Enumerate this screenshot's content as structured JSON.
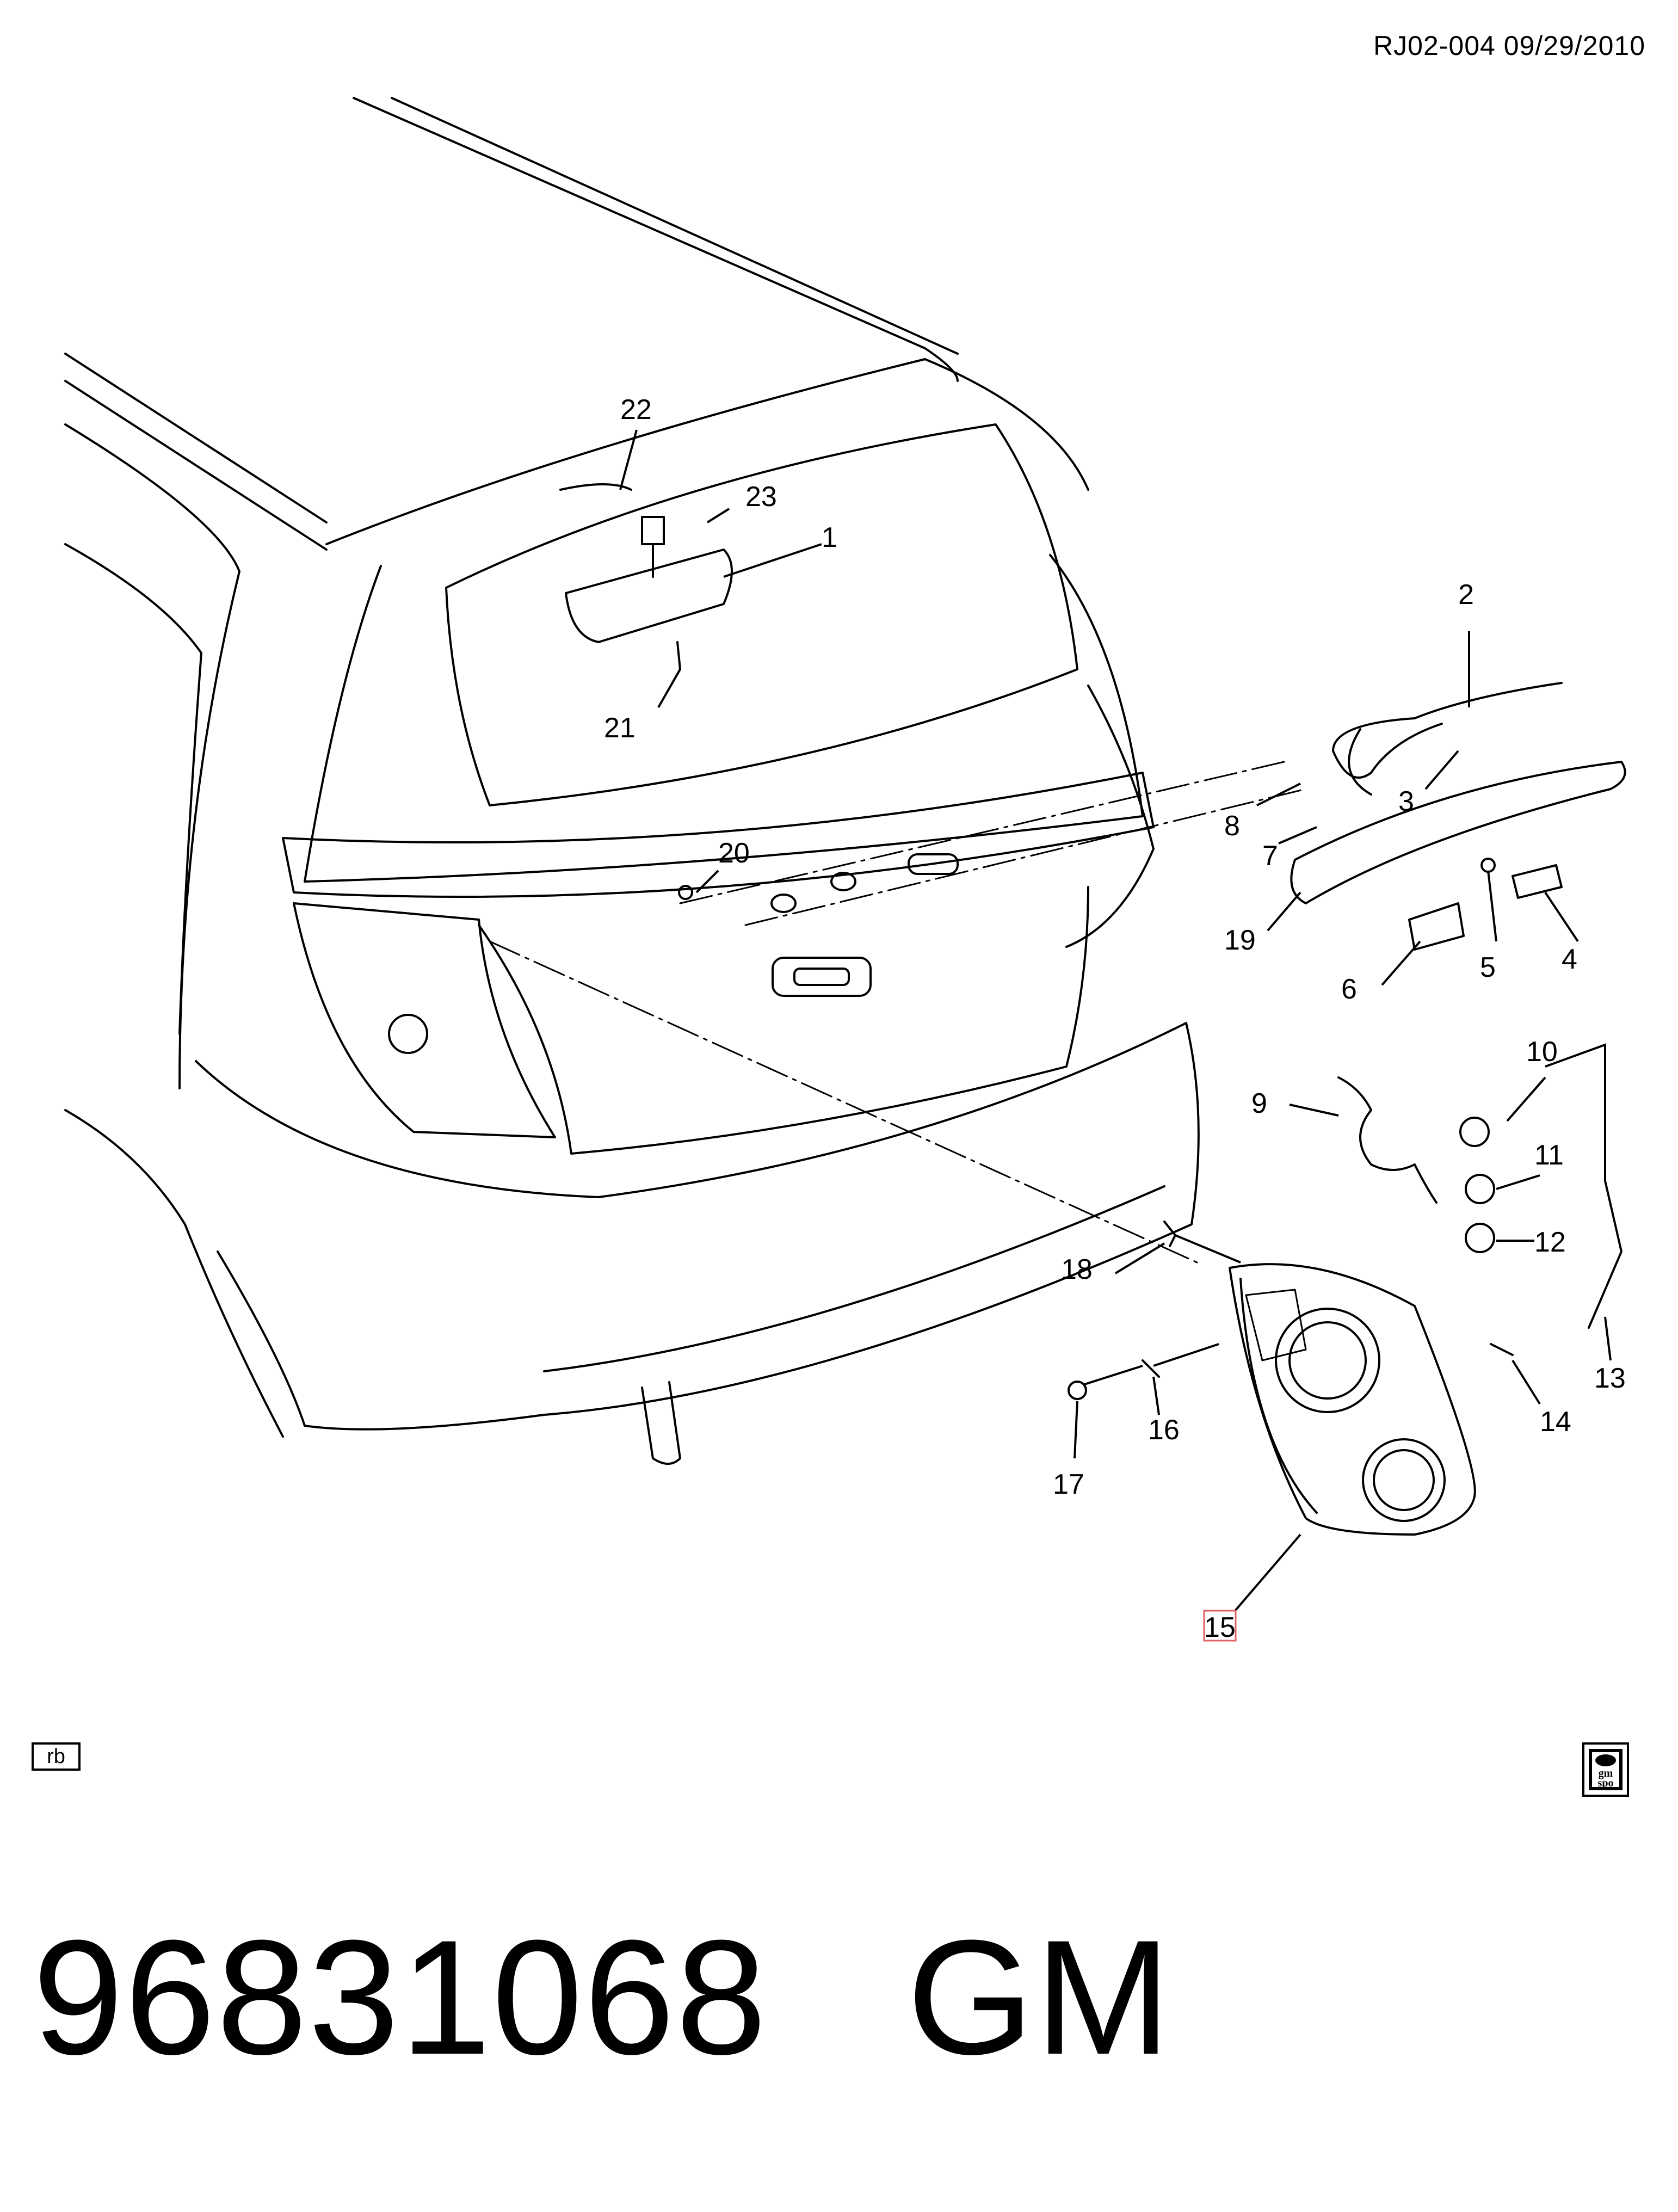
{
  "header": {
    "document_id": "RJ02-004 09/29/2010"
  },
  "callouts": [
    "1",
    "2",
    "3",
    "4",
    "5",
    "6",
    "7",
    "8",
    "9",
    "10",
    "11",
    "12",
    "13",
    "14",
    "15",
    "16",
    "17",
    "18",
    "19",
    "20",
    "21",
    "22",
    "23"
  ],
  "highlighted_callout": "15",
  "footer": {
    "rb_label": "rb",
    "logo_text_top": "gm",
    "logo_text_bottom": "spo",
    "part_number": "96831068",
    "brand": "GM"
  }
}
